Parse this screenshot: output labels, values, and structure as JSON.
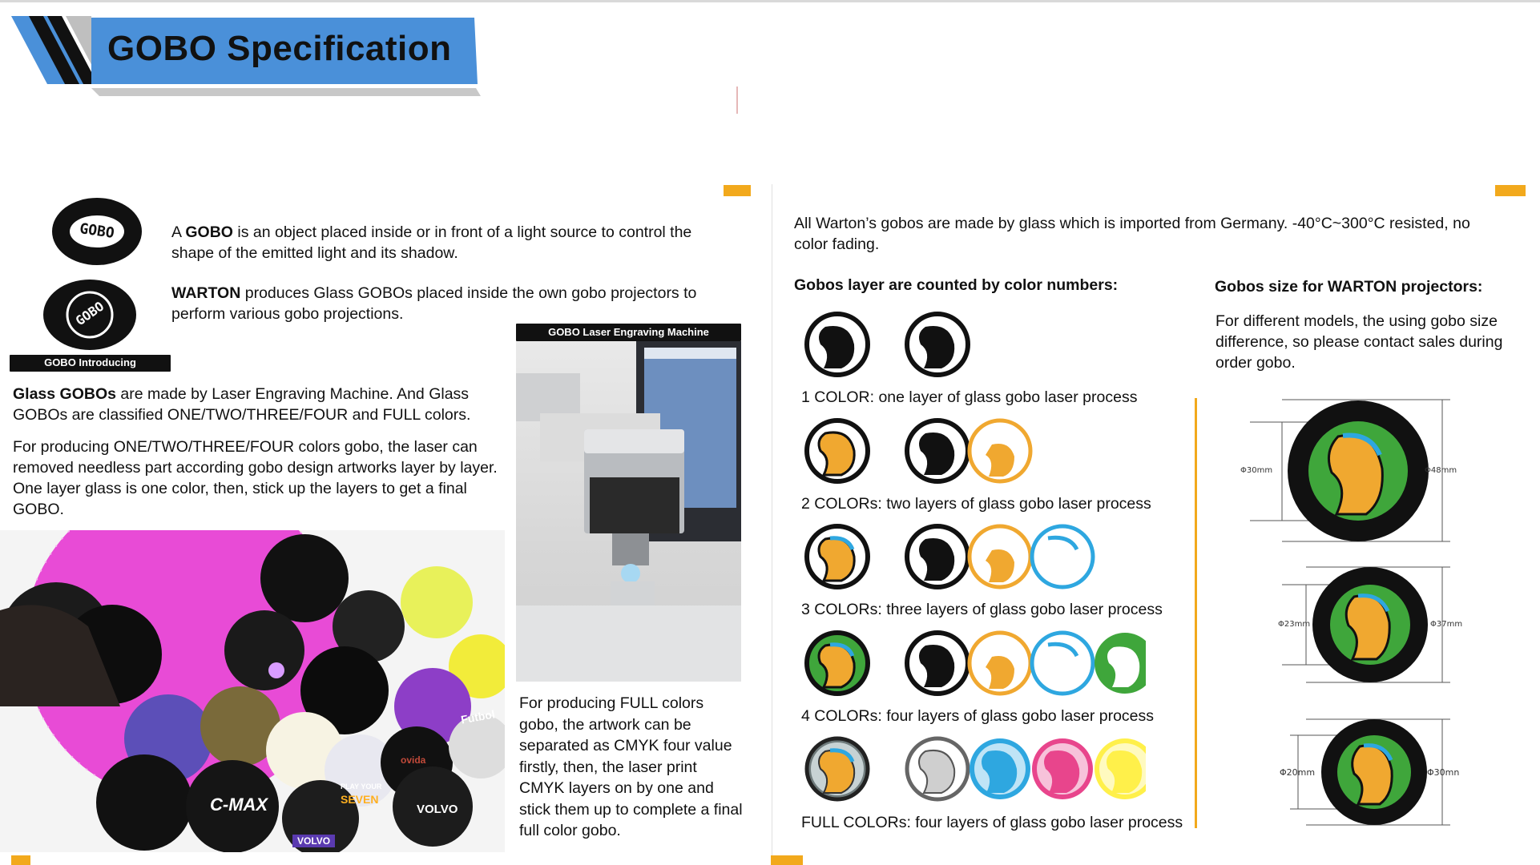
{
  "banner": {
    "title": "GOBO Specification"
  },
  "colors": {
    "accent": "#f2a91c",
    "banner_blue": "#4a90d9",
    "gobo_green": "#3fa63b",
    "parrot_orange": "#f0a830",
    "cyan": "#2ea7e0",
    "magenta": "#e8458c",
    "yellow": "#fff04a"
  },
  "left": {
    "gobo_badge_1": "GOBO",
    "gobo_badge_2": "GOBO",
    "intro_label": "GOBO Introducing",
    "intro_p1": {
      "lead": "A ",
      "bold": "GOBO",
      "rest": " is an object placed inside or in front of a light source to control the shape of the emitted light and its shadow."
    },
    "intro_p2": {
      "bold": "WARTON",
      "rest": " produces Glass GOBOs placed inside the own gobo projectors to perform various gobo projections."
    },
    "glass_p1": {
      "bold": "Glass GOBOs",
      "rest": " are made by Laser Engraving Machine. And Glass GOBOs are classified ONE/TWO/THREE/FOUR and FULL  colors."
    },
    "glass_p2": "For producing ONE/TWO/THREE/FOUR colors gobo, the laser can removed needless part according gobo design artworks layer by layer. One layer glass is one color, then, stick up the layers to get a final GOBO.",
    "machine_label": "GOBO Laser Engraving Machine",
    "full_p": "For producing FULL colors gobo, the artwork can be separated as CMYK four value firstly, then, the laser print CMYK layers on by one and stick them up to complete a final full color gobo.",
    "photo_words": [
      "Futbol",
      "C-MAX",
      "VOLVO",
      "VOLVO",
      "PLAY YOUR",
      "SEVEN",
      "ovida"
    ]
  },
  "right": {
    "intro": "All Warton’s gobos are made by glass which is imported from Germany. -40°C~300°C resisted, no color fading.",
    "layers_heading": "Gobos layer are counted by color numbers:",
    "rows": [
      {
        "label": "1 COLOR: one layer of glass gobo laser process"
      },
      {
        "label": "2 COLORs: two layers of glass gobo laser process"
      },
      {
        "label": "3 COLORs: three layers of glass gobo laser process"
      },
      {
        "label": "4 COLORs: four layers of glass gobo laser process"
      },
      {
        "label": "FULL COLORs: four layers of glass gobo laser process"
      }
    ],
    "size_heading": "Gobos size for WARTON projectors:",
    "size_text": "For different models, the using gobo size difference, so please contact sales during order gobo.",
    "sizes": [
      {
        "inner": "Φ30mm",
        "outer": "Φ48mm"
      },
      {
        "inner": "Φ23mm",
        "outer": "Φ37mm"
      },
      {
        "inner": "Φ20mm",
        "outer": "Φ30mn"
      }
    ]
  }
}
